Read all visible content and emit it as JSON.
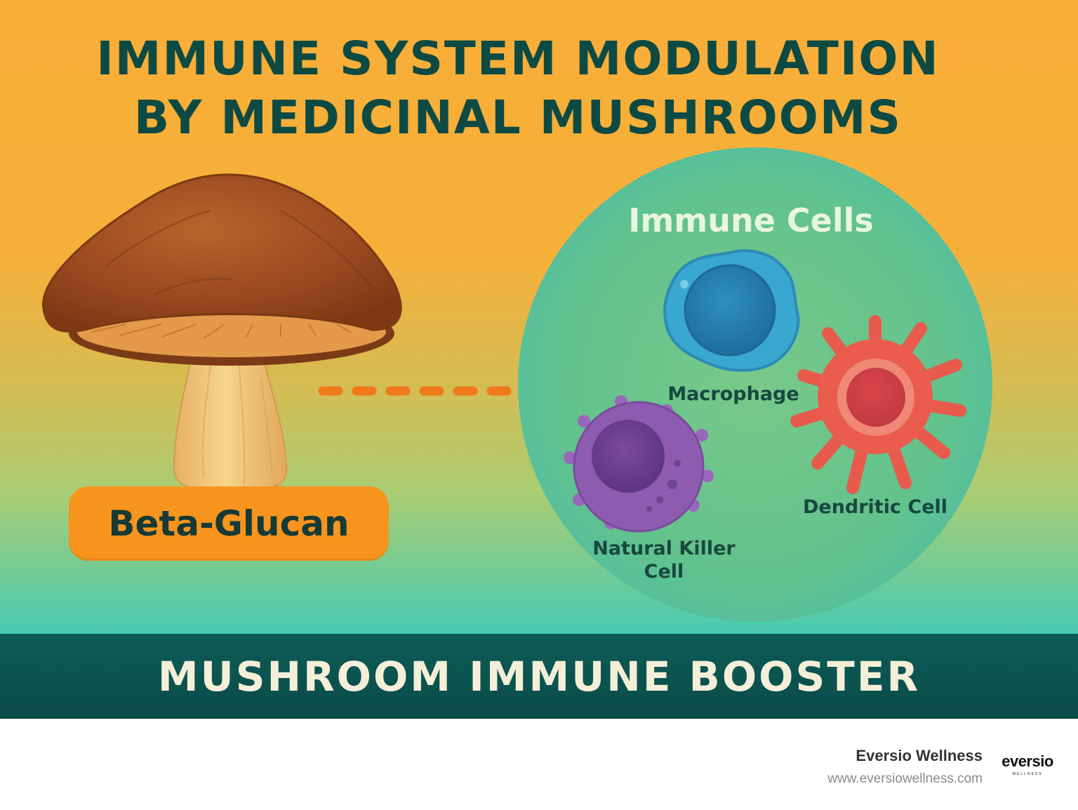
{
  "poster": {
    "title_line1": "IMMUNE SYSTEM MODULATION",
    "title_line2": "BY MEDICINAL MUSHROOMS",
    "source_label": "Beta-Glucan",
    "cells_title": "Immune Cells",
    "cells": {
      "macrophage": "Macrophage",
      "dendritic": "Dendritic Cell",
      "nk_line1": "Natural Killer",
      "nk_line2": "Cell"
    },
    "banner": "MUSHROOM IMMUNE BOOSTER",
    "icons": [
      "mushroom-icon",
      "arrow-right-icon",
      "macrophage-icon",
      "dendritic-cell-icon",
      "natural-killer-cell-icon"
    ]
  },
  "footer": {
    "brand_name": "Eversio Wellness",
    "url": "www.eversiowellness.com",
    "logo_word": "eversio",
    "logo_sub": "WELLNESS"
  },
  "colors": {
    "title": "#0e4a44",
    "banner_bg": "#0a4b48",
    "banner_text": "#f4efd8",
    "pill": "#f7941d",
    "arrow": "#f07a1a",
    "circle": "#5fbf8a",
    "macrophage": "#3aa7d0",
    "dendritic": "#ea5c4d",
    "nk_cell": "#8d5cb0"
  }
}
